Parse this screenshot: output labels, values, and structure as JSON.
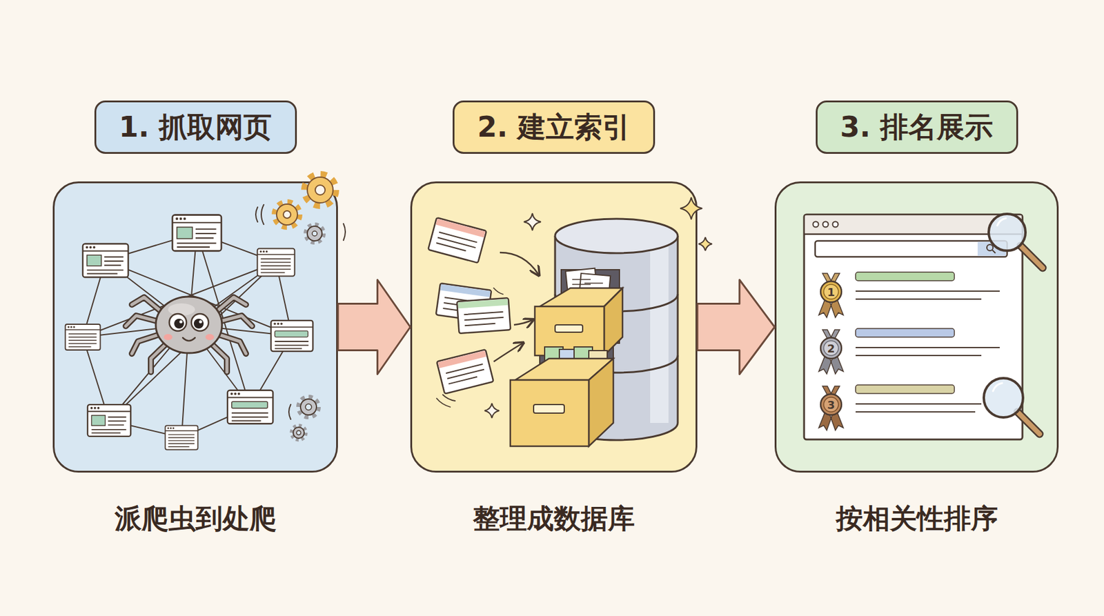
{
  "diagram": {
    "nodes": [
      {
        "text": [
          "1. 抓取网页",
          "派爬虫到处爬"
        ]
      },
      {
        "text": [
          "2. 建立索引",
          "整理成数据库"
        ]
      },
      {
        "text": [
          "3. 排名展示",
          "按相关性排序"
        ]
      }
    ],
    "edges": [
      {
        "from": 0,
        "to": 1,
        "arrow": "to"
      },
      {
        "from": 1,
        "to": 2,
        "arrow": "to"
      }
    ],
    "labels": [
      "1",
      "2",
      "3"
    ]
  }
}
